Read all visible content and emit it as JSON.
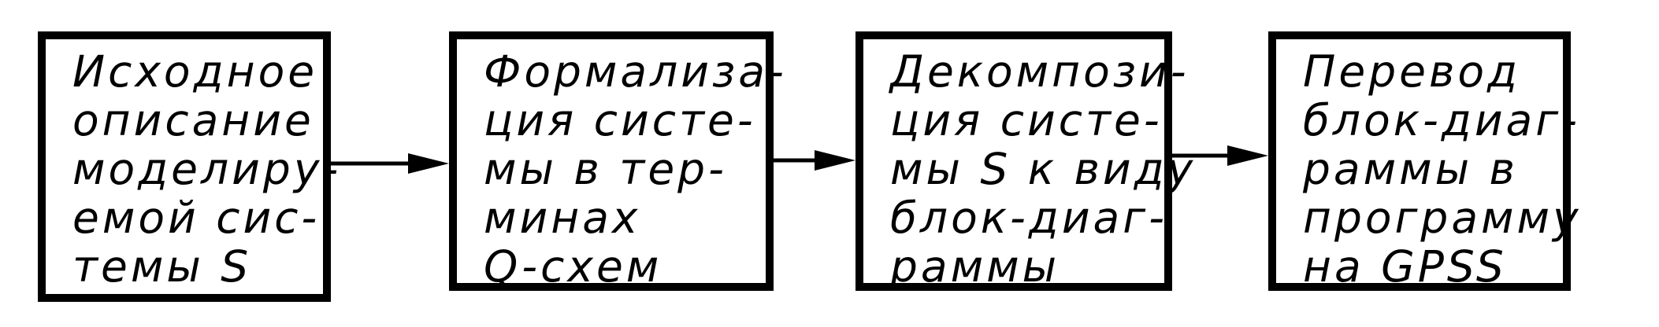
{
  "blocks": [
    {
      "lines": [
        "Исходное",
        "описание",
        "моделиру-",
        "емой сис-",
        "темы S"
      ]
    },
    {
      "lines": [
        "Формализа-",
        "ция систе-",
        "мы в тер-",
        "минах",
        "Q-схем"
      ]
    },
    {
      "lines": [
        "Декомпози-",
        "ция систе-",
        "мы S к виду",
        "блок-диаг-",
        "раммы"
      ]
    },
    {
      "lines": [
        "Перевод",
        "блок-диаг-",
        "раммы в",
        "программу",
        "на GPSS"
      ]
    }
  ],
  "colors": {
    "stroke": "#000000",
    "background": "#ffffff"
  }
}
